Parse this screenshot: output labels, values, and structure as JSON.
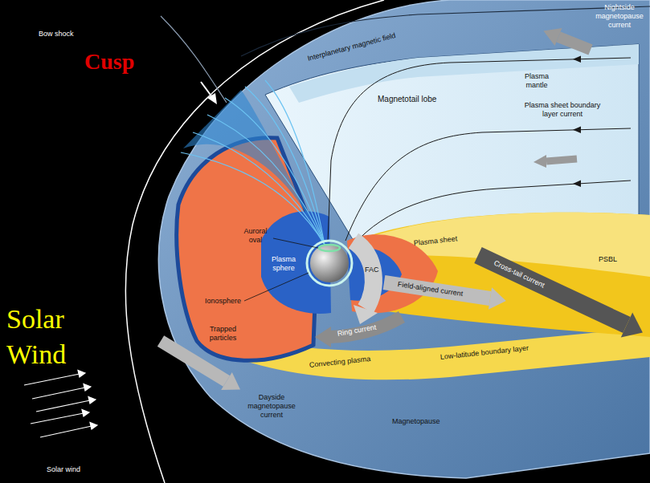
{
  "diagram": {
    "labels": [
      "Cusp",
      "Solar Wind",
      "Bow shock",
      "Interplanetary magnetic field",
      "Nightside magnetopause current",
      "Plasma mantle",
      "Magnetotail lobe",
      "Plasma sheet boundary layer current",
      "PSBL",
      "Plasma sheet",
      "Cross-tail current",
      "Auroral oval",
      "Plasma sphere",
      "Ionosphere",
      "FAC",
      "Field-aligned current",
      "Ring current",
      "Trapped particles",
      "Convecting plasma",
      "Low-latitude boundary layer",
      "Dayside magnetopause current",
      "Magnetopause",
      "Solar wind"
    ]
  }
}
